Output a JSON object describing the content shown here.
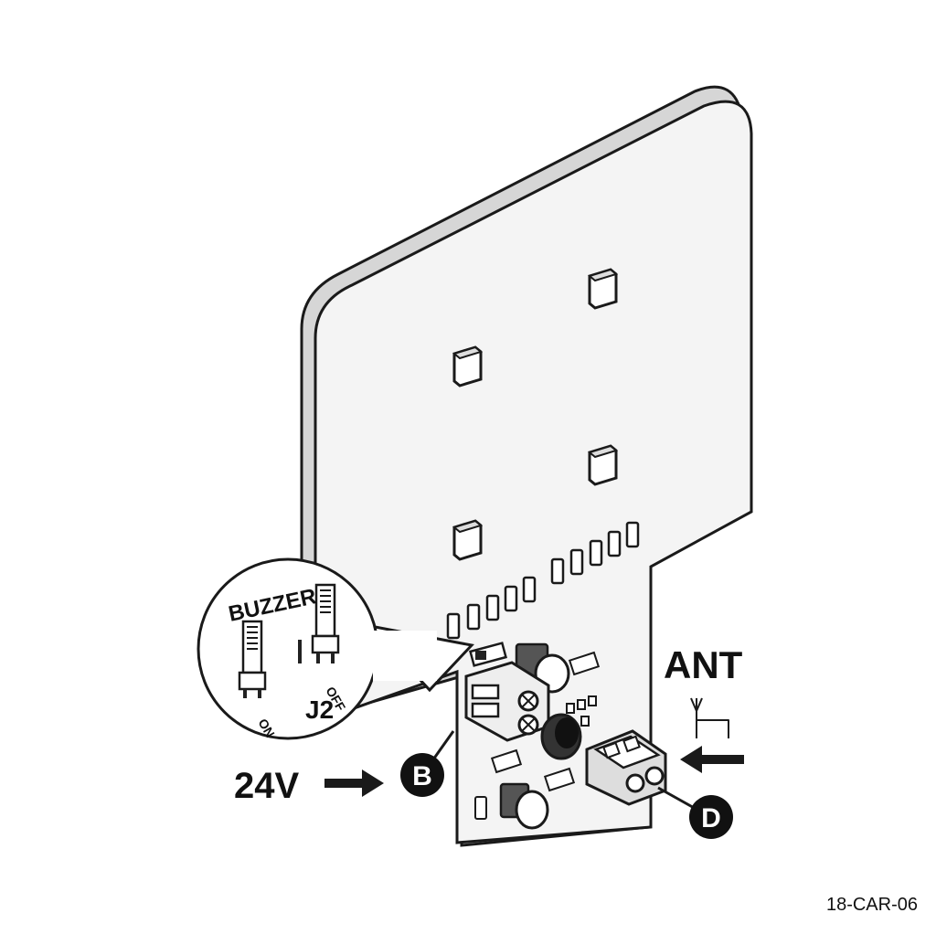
{
  "labels": {
    "buzzer": "BUZZER",
    "on": "ON",
    "off": "OFF",
    "jumper": "J2",
    "voltage": "24V",
    "antenna": "ANT",
    "callout_b": "B",
    "callout_d": "D"
  },
  "figure_code": "18-CAR-06",
  "colors": {
    "line": "#1a1a1a",
    "board": "#f4f4f4",
    "board_edge": "#d9d9d9",
    "component": "#ffffff",
    "dark": "#222222"
  }
}
